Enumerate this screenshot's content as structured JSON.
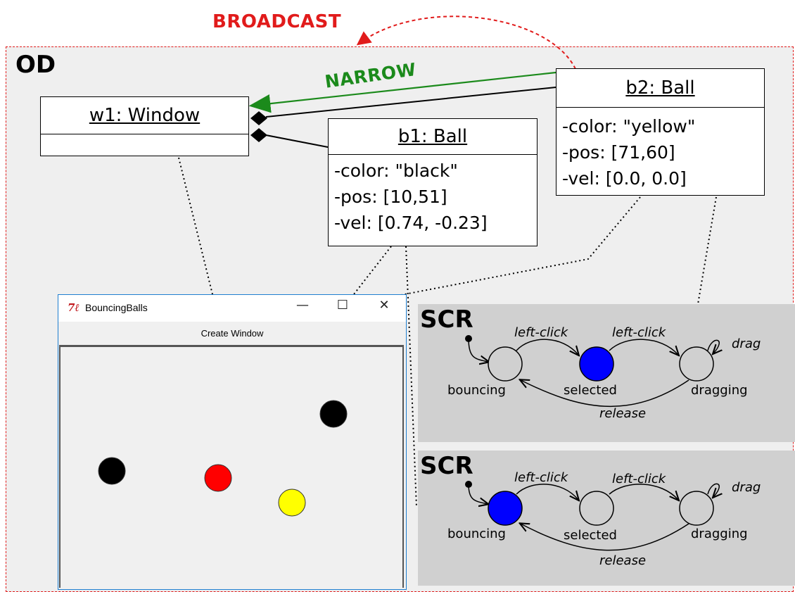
{
  "labels": {
    "broadcast": "BROADCAST",
    "narrow": "NARROW",
    "od": "OD"
  },
  "objects": {
    "w1": {
      "name": "w1: Window"
    },
    "b1": {
      "name": "b1: Ball",
      "attrs": [
        "-color: \"black\"",
        "-pos: [10,51]",
        "-vel: [0.74, -0.23]"
      ]
    },
    "b2": {
      "name": "b2: Ball",
      "attrs": [
        "-color: \"yellow\"",
        "-pos: [71,60]",
        "-vel: [0.0, 0.0]"
      ]
    }
  },
  "app_window": {
    "icon": "tk-feather-icon",
    "title": "BouncingBalls",
    "controls": {
      "minimize": "—",
      "maximize": "☐",
      "close": "✕"
    },
    "menu_item": "Create Window",
    "balls": [
      {
        "color": "#000000"
      },
      {
        "color": "#ff0000"
      },
      {
        "color": "#000000"
      },
      {
        "color": "#ffff00"
      }
    ]
  },
  "scr_panels": [
    {
      "title": "SCR",
      "states": [
        "bouncing",
        "selected",
        "dragging"
      ],
      "active_state": "selected",
      "transitions": [
        "left-click",
        "left-click",
        "drag",
        "release"
      ]
    },
    {
      "title": "SCR",
      "states": [
        "bouncing",
        "selected",
        "dragging"
      ],
      "active_state": "bouncing",
      "transitions": [
        "left-click",
        "left-click",
        "drag",
        "release"
      ]
    }
  ],
  "colors": {
    "broadcast": "#e11b1b",
    "narrow": "#1b8a1b",
    "active_state": "#0000ff",
    "panel_background": "#d0d0d0",
    "frame_background": "#efefef"
  }
}
